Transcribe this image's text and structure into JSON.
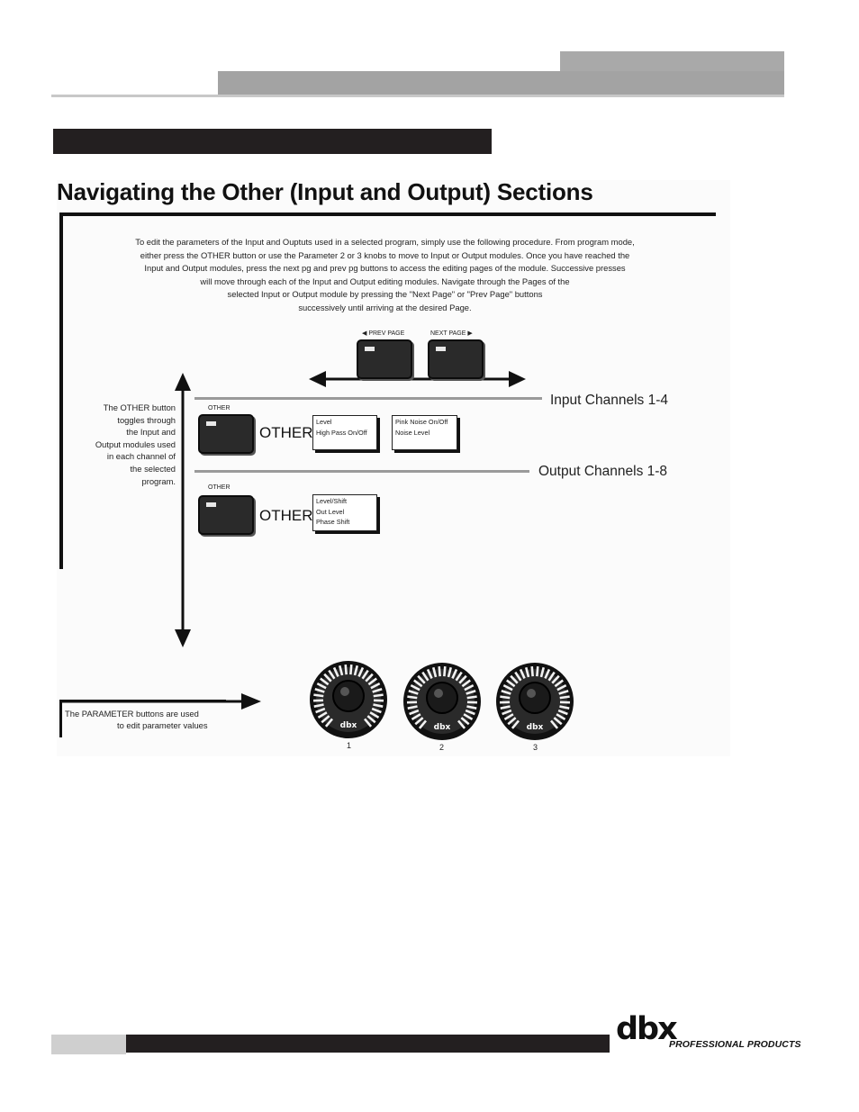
{
  "title": "Navigating the Other (Input and Output) Sections",
  "intro_lines": [
    "To edit the parameters of the Input and Ouptuts used in a selected program, simply use the following procedure. From program mode,",
    "either press the OTHER button or use the Parameter 2 or 3 knobs to move to Input or Output modules. Once you have reached the",
    "Input and Output modules, press the next pg and prev pg buttons to access the editing pages of the module.  Successive presses",
    "will move through each of the Input and Output editing modules.  Navigate through the Pages of the",
    "selected Input or Output module by pressing the \"Next Page\" or \"Prev Page\" buttons",
    "successively until arriving at the desired Page."
  ],
  "page_buttons": {
    "prev": "◀ PREV PAGE",
    "next": "NEXT PAGE ▶"
  },
  "input_section": {
    "label": "Input Channels 1-4",
    "button_caption": "OTHER",
    "button_text": "OTHER",
    "module1": [
      "Level",
      "High Pass On/Off"
    ],
    "module2": [
      "Pink Noise On/Off",
      "Noise Level"
    ]
  },
  "output_section": {
    "label": "Output Channels 1-8",
    "button_caption": "OTHER",
    "button_text": "OTHER",
    "module1": [
      "Level/Shift",
      "Out Level",
      "Phase Shift"
    ]
  },
  "other_note": [
    "The OTHER button",
    "toggles through",
    "the Input and",
    "Output modules used",
    "in each channel of",
    "the selected",
    "program."
  ],
  "parameter_note": [
    "The PARAMETER buttons are used",
    "to edit parameter values"
  ],
  "knobs": [
    {
      "label": "dbx",
      "number": "1"
    },
    {
      "label": "dbx",
      "number": "2"
    },
    {
      "label": "dbx",
      "number": "3"
    }
  ],
  "footer": {
    "logo": "dbx",
    "tagline": "PROFESSIONAL PRODUCTS"
  }
}
